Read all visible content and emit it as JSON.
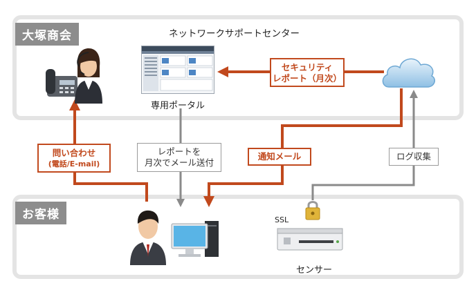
{
  "organization": {
    "name": "大塚商会",
    "center_name": "ネットワークサポートセンター",
    "portal_label": "専用ポータル"
  },
  "customer": {
    "name": "お客様",
    "sensor_label": "センサー",
    "ssl_label": "SSL"
  },
  "flows": {
    "security_report_line1": "セキュリティ",
    "security_report_line2": "レポート（月次）",
    "inquiry_line1": "問い合わせ",
    "inquiry_line2": "(電話/E-mail)",
    "report_mail_line1": "レポートを",
    "report_mail_line2": "月次でメール送付",
    "notify_mail": "通知メール",
    "log_collection": "ログ収集"
  },
  "colors": {
    "orange_arrow": "#c1491d",
    "gray_arrow": "#8a8a8a",
    "panel_border": "#e4e4e4",
    "tag_background": "#8d8d8d"
  },
  "icons": [
    "operator-icon",
    "telephone-icon",
    "portal-screenshot-icon",
    "cloud-icon",
    "customer-person-icon",
    "computer-icon",
    "padlock-icon",
    "sensor-device-icon"
  ]
}
